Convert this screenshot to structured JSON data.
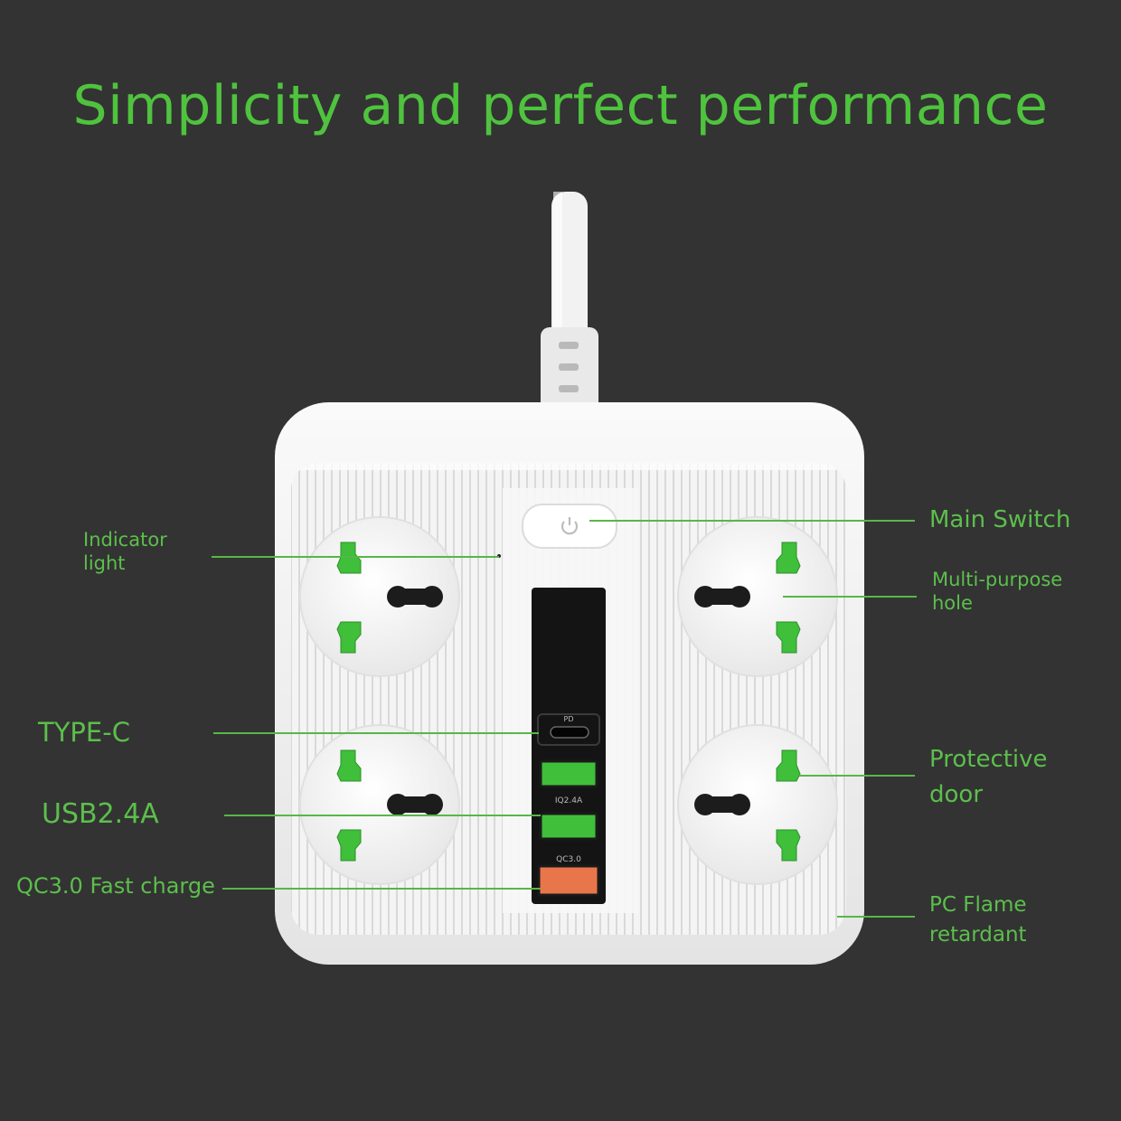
{
  "title": "Simplicity and perfect performance",
  "colors": {
    "background": "#333333",
    "accent": "#4fc33e",
    "socket_insert": "#3fbf3a",
    "qc_port": "#e8764a"
  },
  "callouts": {
    "indicator_light": [
      "Indicator",
      "light"
    ],
    "main_switch": "Main Switch",
    "multi_purpose_hole": [
      "Multi-purpose",
      "hole"
    ],
    "type_c": "TYPE-C",
    "usb": "USB2.4A",
    "qc": "QC3.0 Fast charge",
    "protective_door": [
      "Protective",
      "door"
    ],
    "pc_flame": [
      "PC Flame",
      "retardant"
    ]
  },
  "panel_text": {
    "pd": "PD",
    "usb_rating": "IQ2.4A",
    "qc_rating": "QC3.0"
  },
  "icons": {
    "power": "power-icon"
  }
}
